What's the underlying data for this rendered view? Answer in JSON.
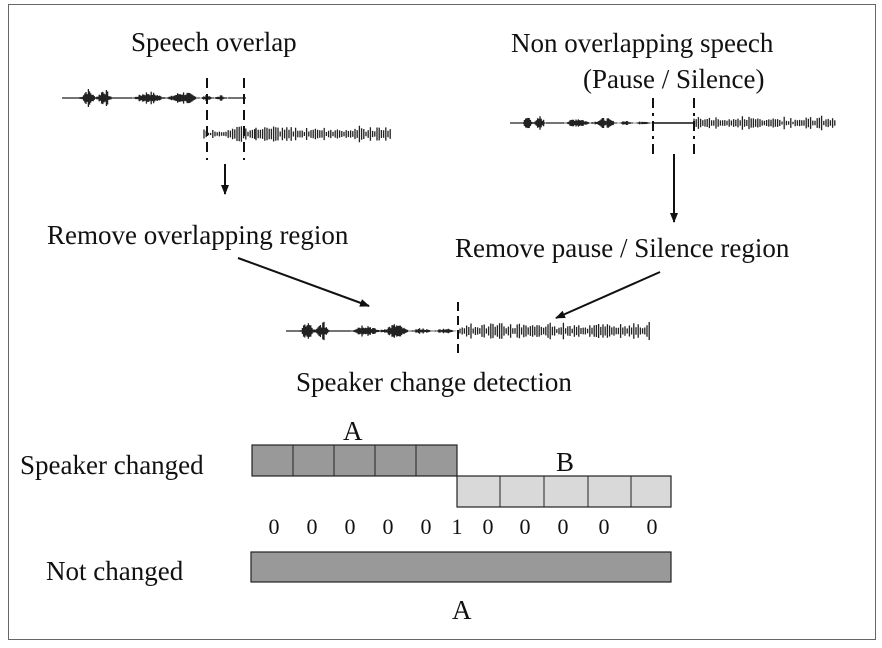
{
  "labels": {
    "speech_overlap": "Speech overlap",
    "non_overlap_line1": "Non overlapping speech",
    "non_overlap_line2": "(Pause / Silence)",
    "remove_overlap": "Remove overlapping region",
    "remove_pause": "Remove pause  / Silence region",
    "speaker_change_detection": "Speaker change detection",
    "speaker_changed": "Speaker changed",
    "not_changed": "Not changed",
    "label_a_top": "A",
    "label_b": "B",
    "label_a_bottom": "A"
  },
  "binary_sequence": [
    "0",
    "0",
    "0",
    "0",
    "0",
    "1",
    "0",
    "0",
    "0",
    "0",
    "0"
  ],
  "colors": {
    "segment_a": "#999999",
    "segment_b": "#d9d9d9",
    "waveform": "#222222",
    "border": "#666666"
  }
}
